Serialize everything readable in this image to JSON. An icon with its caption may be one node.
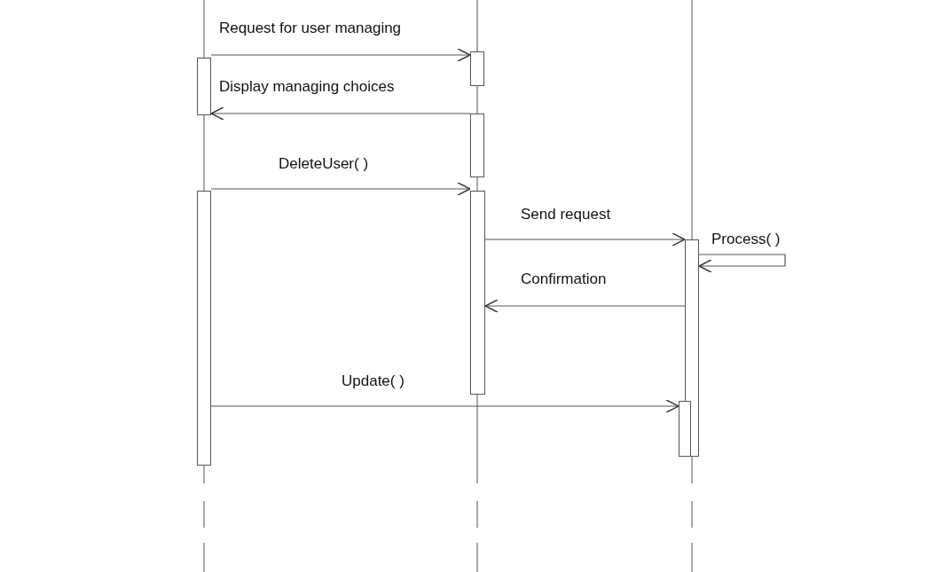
{
  "diagram": {
    "nodes": [
      {
        "text": [],
        "shape": "bar"
      },
      {
        "text": [],
        "shape": "bar"
      },
      {
        "text": [],
        "shape": "bar"
      },
      {
        "text": [],
        "shape": "bar"
      },
      {
        "text": [],
        "shape": "bar"
      },
      {
        "text": [],
        "shape": "bar"
      },
      {
        "text": [],
        "shape": "bar"
      }
    ],
    "edges": [
      {
        "from": 0,
        "to": 2,
        "arrow": "to",
        "label": "Request for user managing"
      },
      {
        "from": 3,
        "to": 0,
        "arrow": "to",
        "label": "Display managing choices"
      },
      {
        "from": 1,
        "to": 4,
        "arrow": "to",
        "label": "DeleteUser( )"
      },
      {
        "from": 4,
        "to": 5,
        "arrow": "to",
        "label": "Send request"
      },
      {
        "from": 5,
        "to": 5,
        "arrow": "to",
        "label": "Process( )"
      },
      {
        "from": 5,
        "to": 4,
        "arrow": "to",
        "label": "Confirmation"
      },
      {
        "from": 1,
        "to": 6,
        "arrow": "to",
        "label": "Update( )"
      }
    ]
  }
}
